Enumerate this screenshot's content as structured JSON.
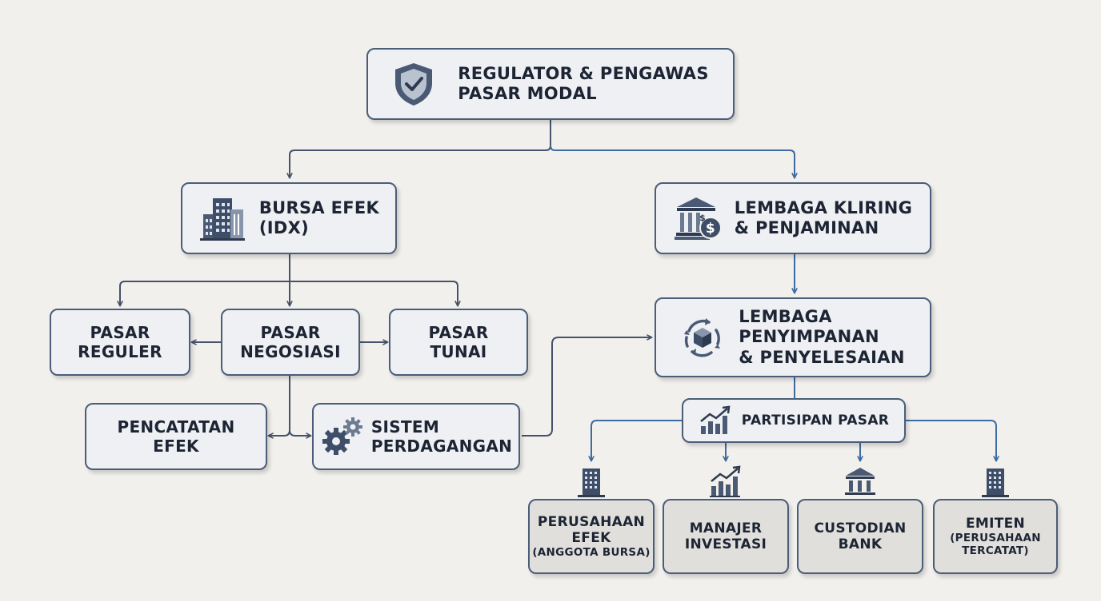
{
  "regulator": {
    "line1": "REGULATOR & PENGAWAS",
    "line2": "PASAR MODAL",
    "icon": "shield-check-icon"
  },
  "bursa": {
    "line1": "BURSA EFEK",
    "line2": "(IDX)",
    "icon": "office-building-icon"
  },
  "kliring": {
    "line1": "LEMBAGA KLIRING",
    "line2": "& PENJAMINAN",
    "icon": "bank-dollar-icon"
  },
  "pasar_reguler": {
    "line1": "PASAR",
    "line2": "REGULER"
  },
  "pasar_negosiasi": {
    "line1": "PASAR",
    "line2": "NEGOSIASI"
  },
  "pasar_tunai": {
    "line1": "PASAR",
    "line2": "TUNAI"
  },
  "penyimpanan": {
    "line1": "LEMBAGA",
    "line2": "PENYIMPANAN",
    "line3": "& PENYELESAIAN",
    "icon": "cube-cycle-icon"
  },
  "pencatatan": {
    "line1": "PENCATATAN",
    "line2": "EFEK"
  },
  "sistem": {
    "line1": "SISTEM",
    "line2": "PERDAGANGAN",
    "icon": "gears-icon"
  },
  "partisipan": {
    "label": "PARTISIPAN PASAR",
    "icon": "growth-chart-icon"
  },
  "participants": [
    {
      "line1": "PERUSAHAAN",
      "line2": "EFEK",
      "sub": "(ANGGOTA BURSA)",
      "icon": "building-icon"
    },
    {
      "line1": "MANAJER",
      "line2": "INVESTASI",
      "sub": "",
      "icon": "chart-up-icon"
    },
    {
      "line1": "CUSTODIAN",
      "line2": "BANK",
      "sub": "",
      "icon": "bank-icon"
    },
    {
      "line1": "EMITEN",
      "line2": "",
      "sub": "(PERUSAHAAN",
      "sub2": "TERCATAT)",
      "icon": "building-icon"
    }
  ],
  "colors": {
    "line": "#44526b",
    "line_blue": "#3d6aa0",
    "border": "#4b5d79",
    "background": "#f2f0ec"
  }
}
